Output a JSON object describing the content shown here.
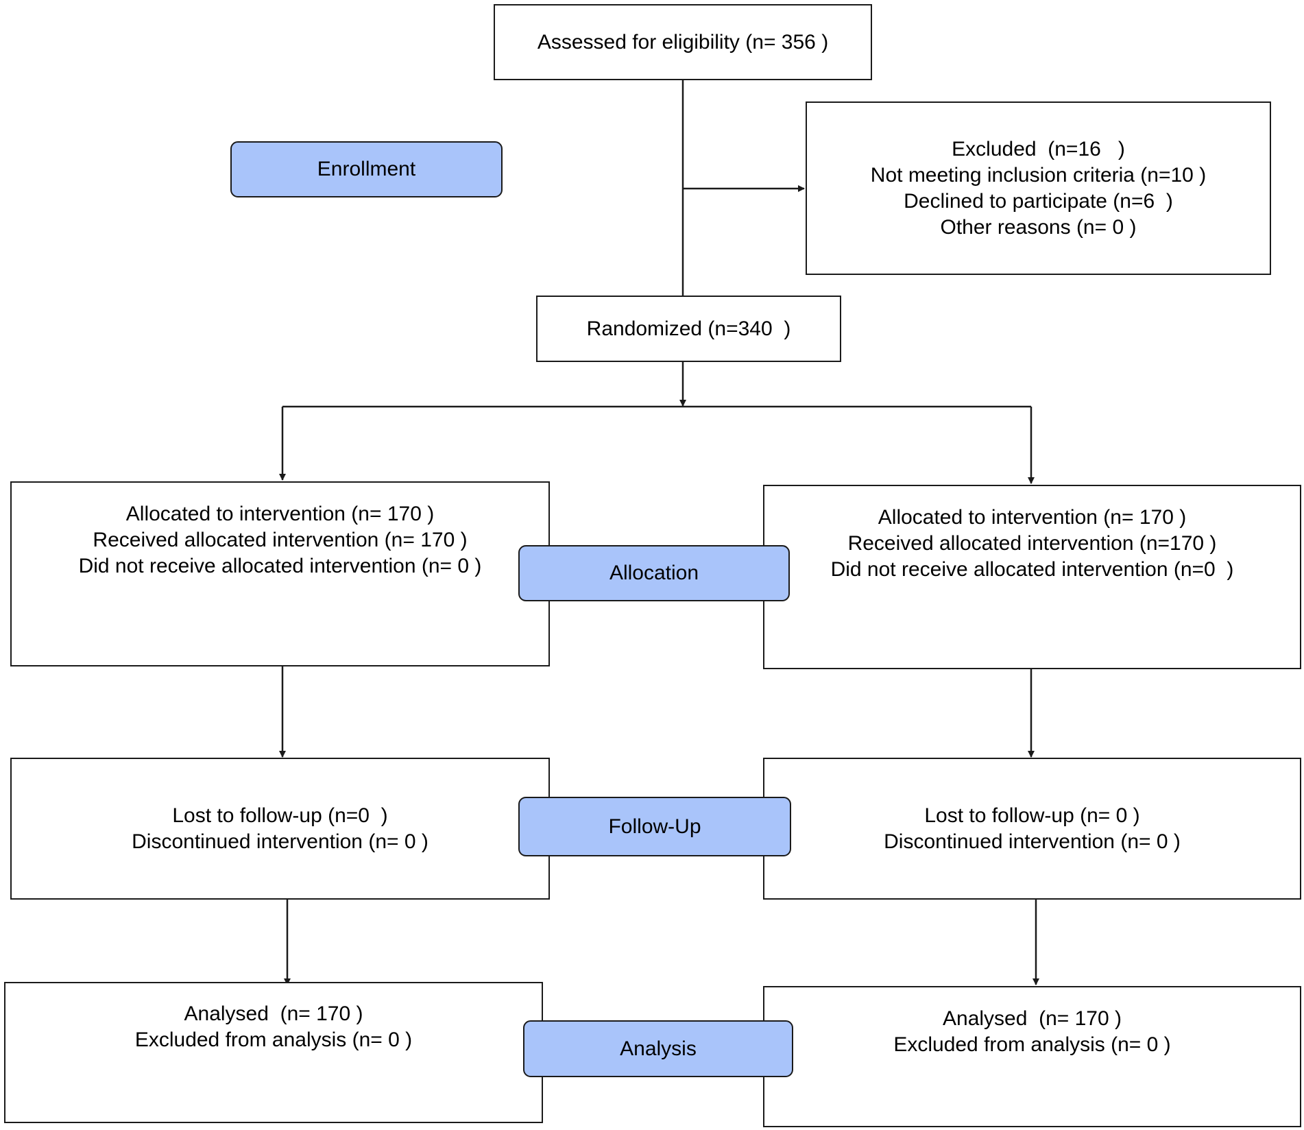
{
  "assessed": {
    "text": "Assessed for eligibility (n= 356 )"
  },
  "excluded": {
    "lines": [
      "Excluded  (n=16   )",
      "Not meeting inclusion criteria (n=10 )",
      "Declined to participate (n=6  )",
      "Other reasons (n= 0 )"
    ]
  },
  "randomized": {
    "text": "Randomized (n=340  )"
  },
  "stages": {
    "enrollment": "Enrollment",
    "allocation": "Allocation",
    "followup": "Follow-Up",
    "analysis": "Analysis"
  },
  "allocation_left": {
    "lines": [
      "Allocated to intervention (n= 170 )",
      "Received allocated intervention (n= 170 )",
      "Did not receive allocated intervention (n= 0 )"
    ]
  },
  "allocation_right": {
    "lines": [
      "Allocated to intervention (n= 170 )",
      "Received allocated intervention (n=170 )",
      "Did not receive allocated intervention (n=0  )"
    ]
  },
  "followup_left": {
    "lines": [
      "Lost to follow-up (n=0  )",
      "Discontinued intervention (n= 0 )"
    ]
  },
  "followup_right": {
    "lines": [
      "Lost to follow-up (n= 0 )",
      "Discontinued intervention (n= 0 )"
    ]
  },
  "analysis_left": {
    "lines": [
      "Analysed  (n= 170 )",
      "Excluded from analysis (n= 0 )"
    ]
  },
  "analysis_right": {
    "lines": [
      "Analysed  (n= 170 )",
      "Excluded from analysis (n= 0 )"
    ]
  },
  "colors": {
    "stage_fill": "#a9c4fa",
    "border": "#1a1a1a"
  }
}
